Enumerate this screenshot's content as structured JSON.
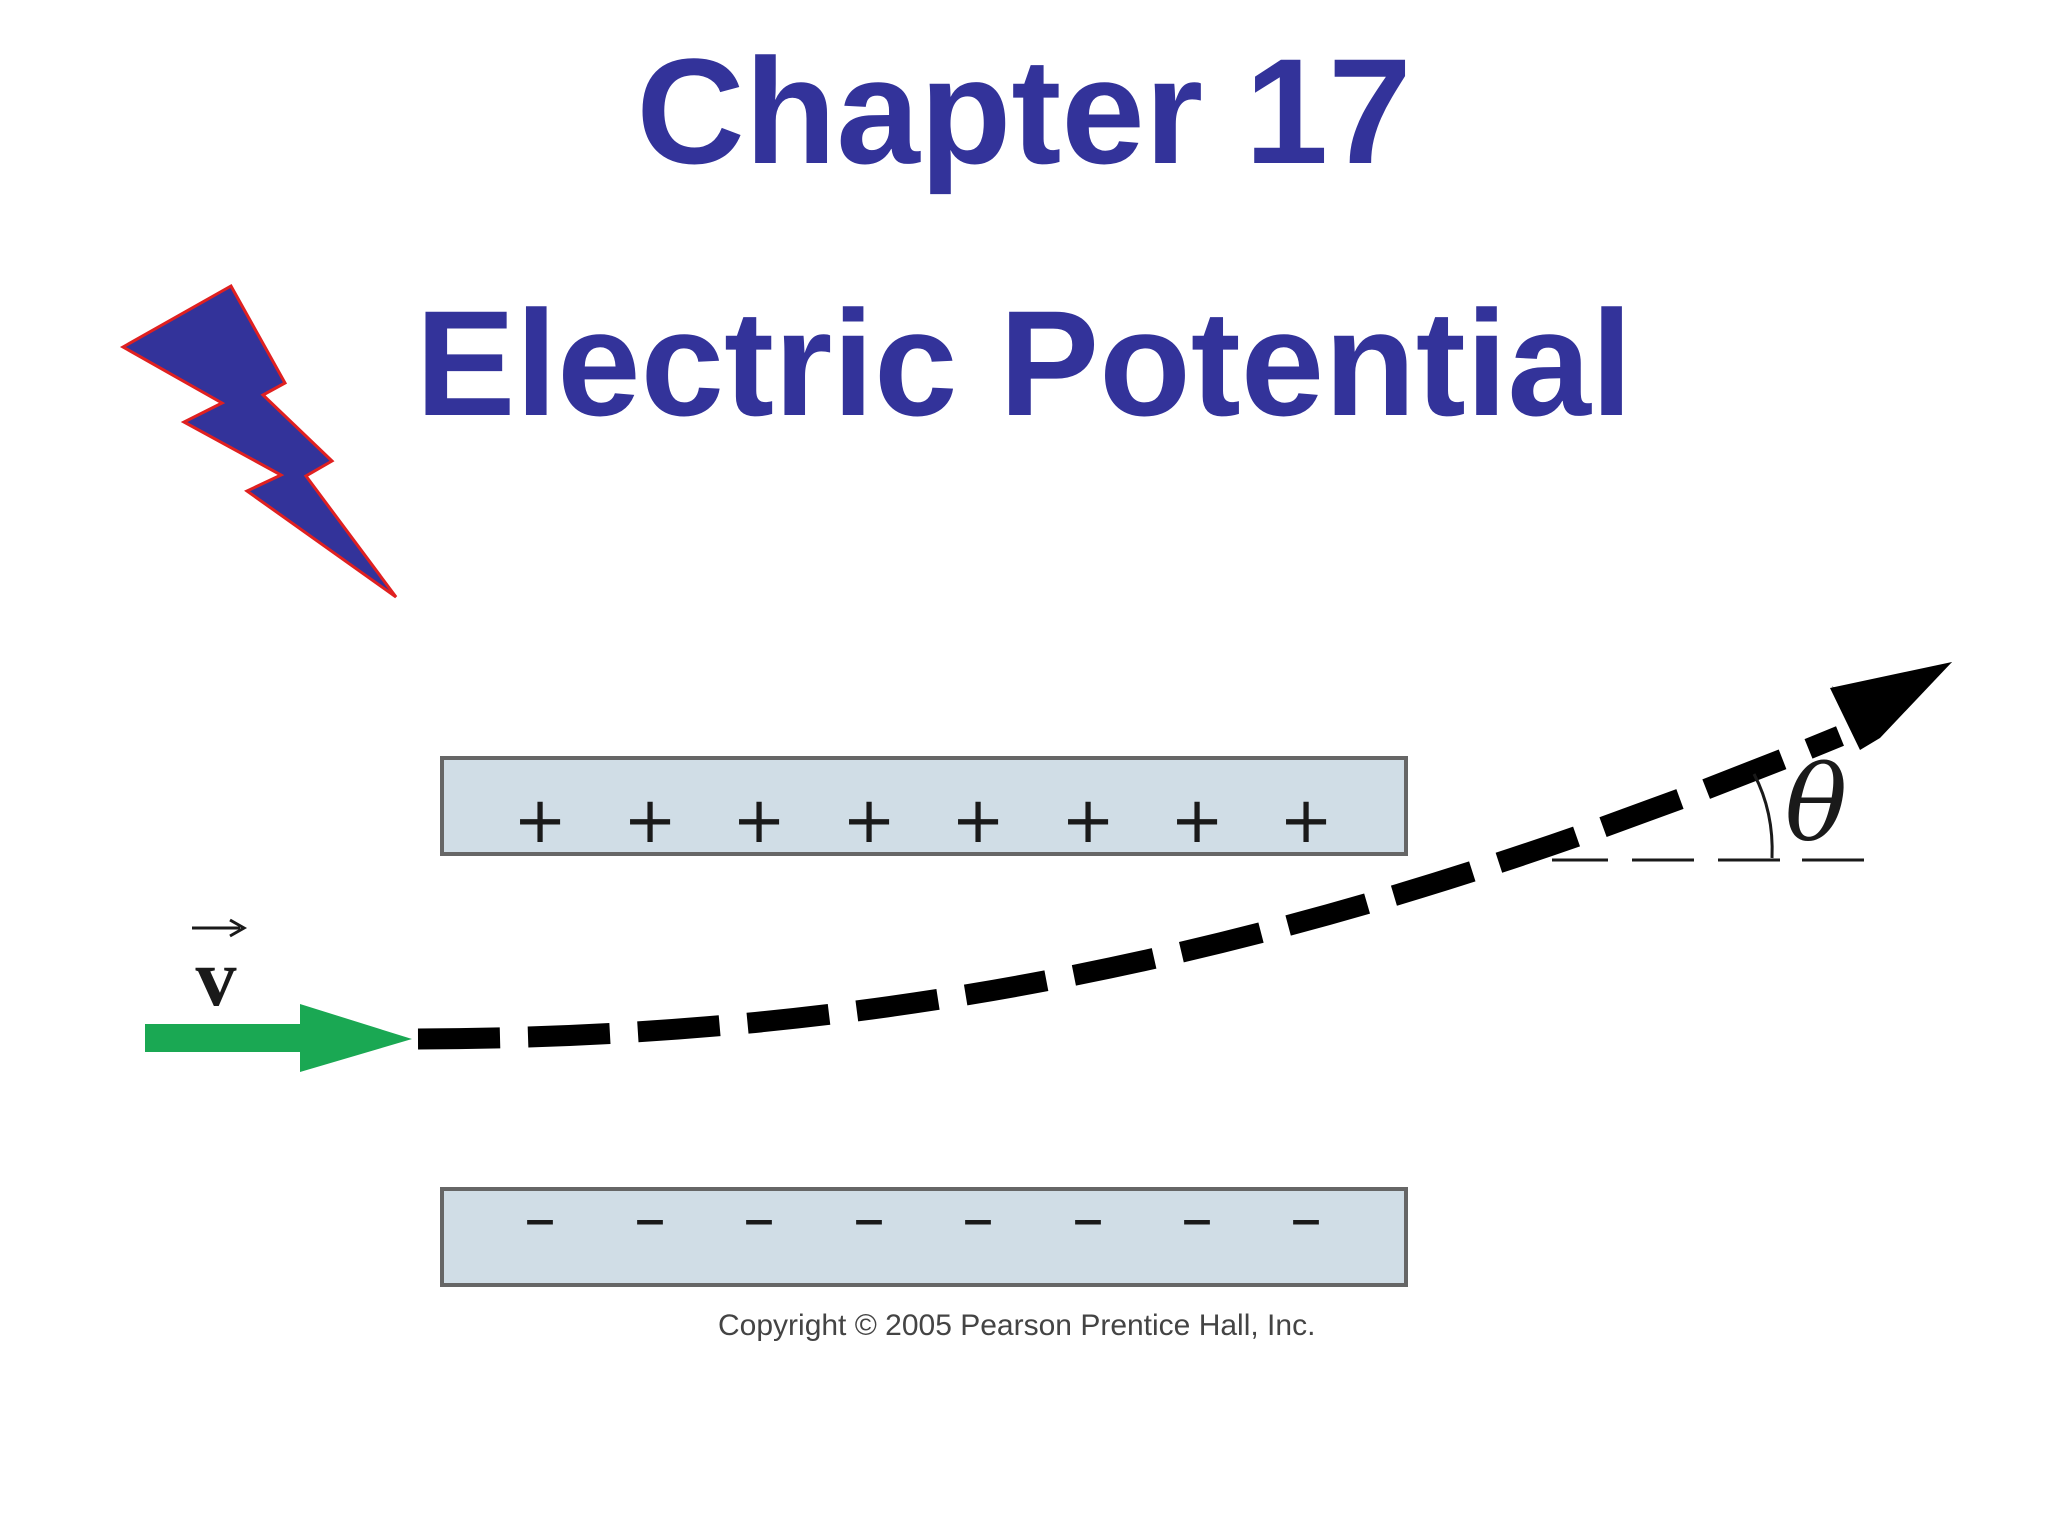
{
  "slide": {
    "title": "Chapter 17",
    "subtitle": "Electric Potential",
    "copyright": "Copyright © 2005 Pearson Prentice Hall, Inc."
  },
  "diagram": {
    "positive_plate_signs": [
      "+",
      "+",
      "+",
      "+",
      "+",
      "+",
      "+",
      "+"
    ],
    "negative_plate_signs": [
      "–",
      "–",
      "–",
      "–",
      "–",
      "–",
      "–",
      "–"
    ],
    "velocity_label": "v",
    "angle_label": "θ"
  },
  "icons": {
    "lightning_bolt": "lightning-bolt-icon"
  },
  "colors": {
    "title": "#33339a",
    "bolt_fill": "#33339a",
    "bolt_outline": "#e02020",
    "plate_fill": "#d0dde6",
    "plate_border": "#666666",
    "velocity_arrow": "#1aa853",
    "trajectory": "#000000"
  }
}
